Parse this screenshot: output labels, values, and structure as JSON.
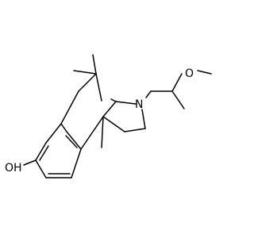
{
  "molecule": {
    "atoms": {
      "nitrogen": "N",
      "oxygen_methoxy": "O",
      "hydroxyl": "OH"
    }
  }
}
